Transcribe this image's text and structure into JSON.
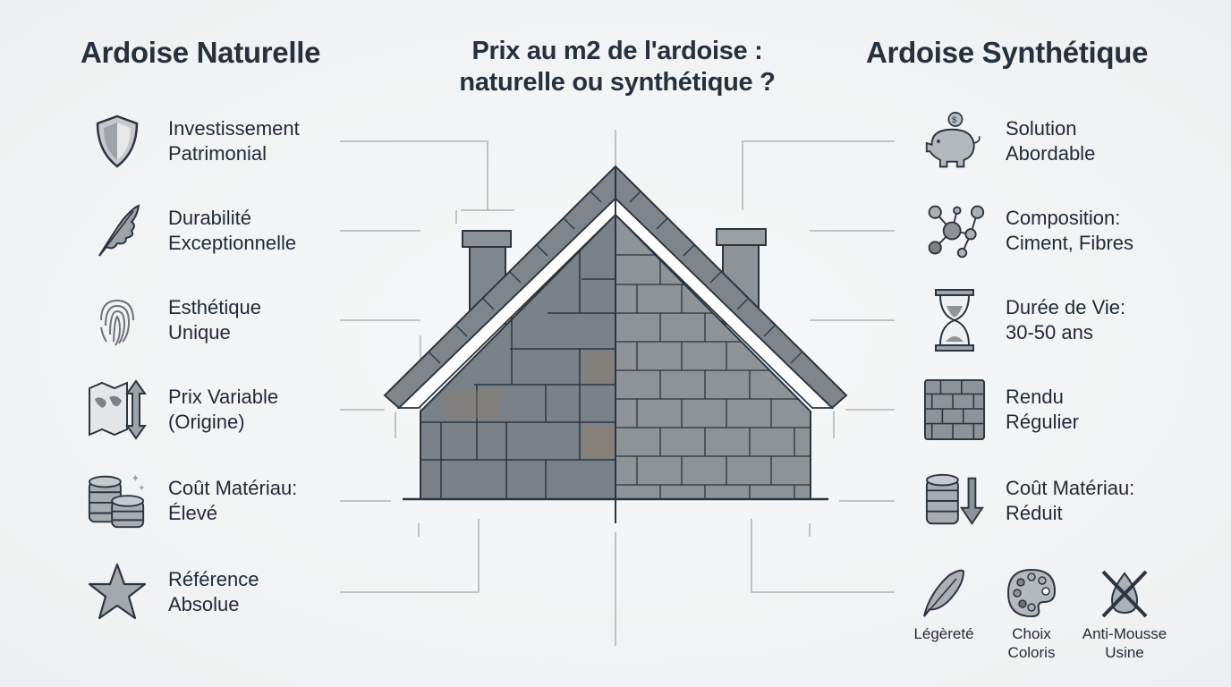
{
  "titles": {
    "left": "Ardoise Naturelle",
    "center": "Prix au m2 de l'ardoise :\nnaturelle ou synthétique ?",
    "right": "Ardoise Synthétique"
  },
  "left_items": [
    {
      "icon": "shield-icon",
      "label": "Investissement\nPatrimonial"
    },
    {
      "icon": "oak-leaf-icon",
      "label": "Durabilité\nExceptionnelle"
    },
    {
      "icon": "fingerprint-icon",
      "label": "Esthétique\nUnique"
    },
    {
      "icon": "map-arrows-icon",
      "label": "Prix Variable\n(Origine)"
    },
    {
      "icon": "coin-stacks-icon",
      "label": "Coût Matériau:\nÉlevé"
    },
    {
      "icon": "star-icon",
      "label": "Référence\nAbsolue"
    }
  ],
  "right_items": [
    {
      "icon": "piggy-bank-icon",
      "label": "Solution\nAbordable"
    },
    {
      "icon": "molecule-icon",
      "label": "Composition:\nCiment, Fibres"
    },
    {
      "icon": "hourglass-icon",
      "label": "Durée de Vie:\n30-50 ans"
    },
    {
      "icon": "regular-tiles-icon",
      "label": "Rendu\nRégulier"
    },
    {
      "icon": "coins-down-icon",
      "label": "Coût Matériau:\nRéduit"
    }
  ],
  "right_extras": [
    {
      "icon": "feather-icon",
      "label": "Légèreté"
    },
    {
      "icon": "palette-icon",
      "label": "Choix\nColoris"
    },
    {
      "icon": "no-moss-icon",
      "label": "Anti-Mousse\nUsine"
    }
  ],
  "colors": {
    "text": "#1f2a36",
    "natural_slate": "#7d8489",
    "synthetic_slate": "#8e9498",
    "outline": "#2b3540",
    "guide_lines": "#9aa0a5"
  }
}
